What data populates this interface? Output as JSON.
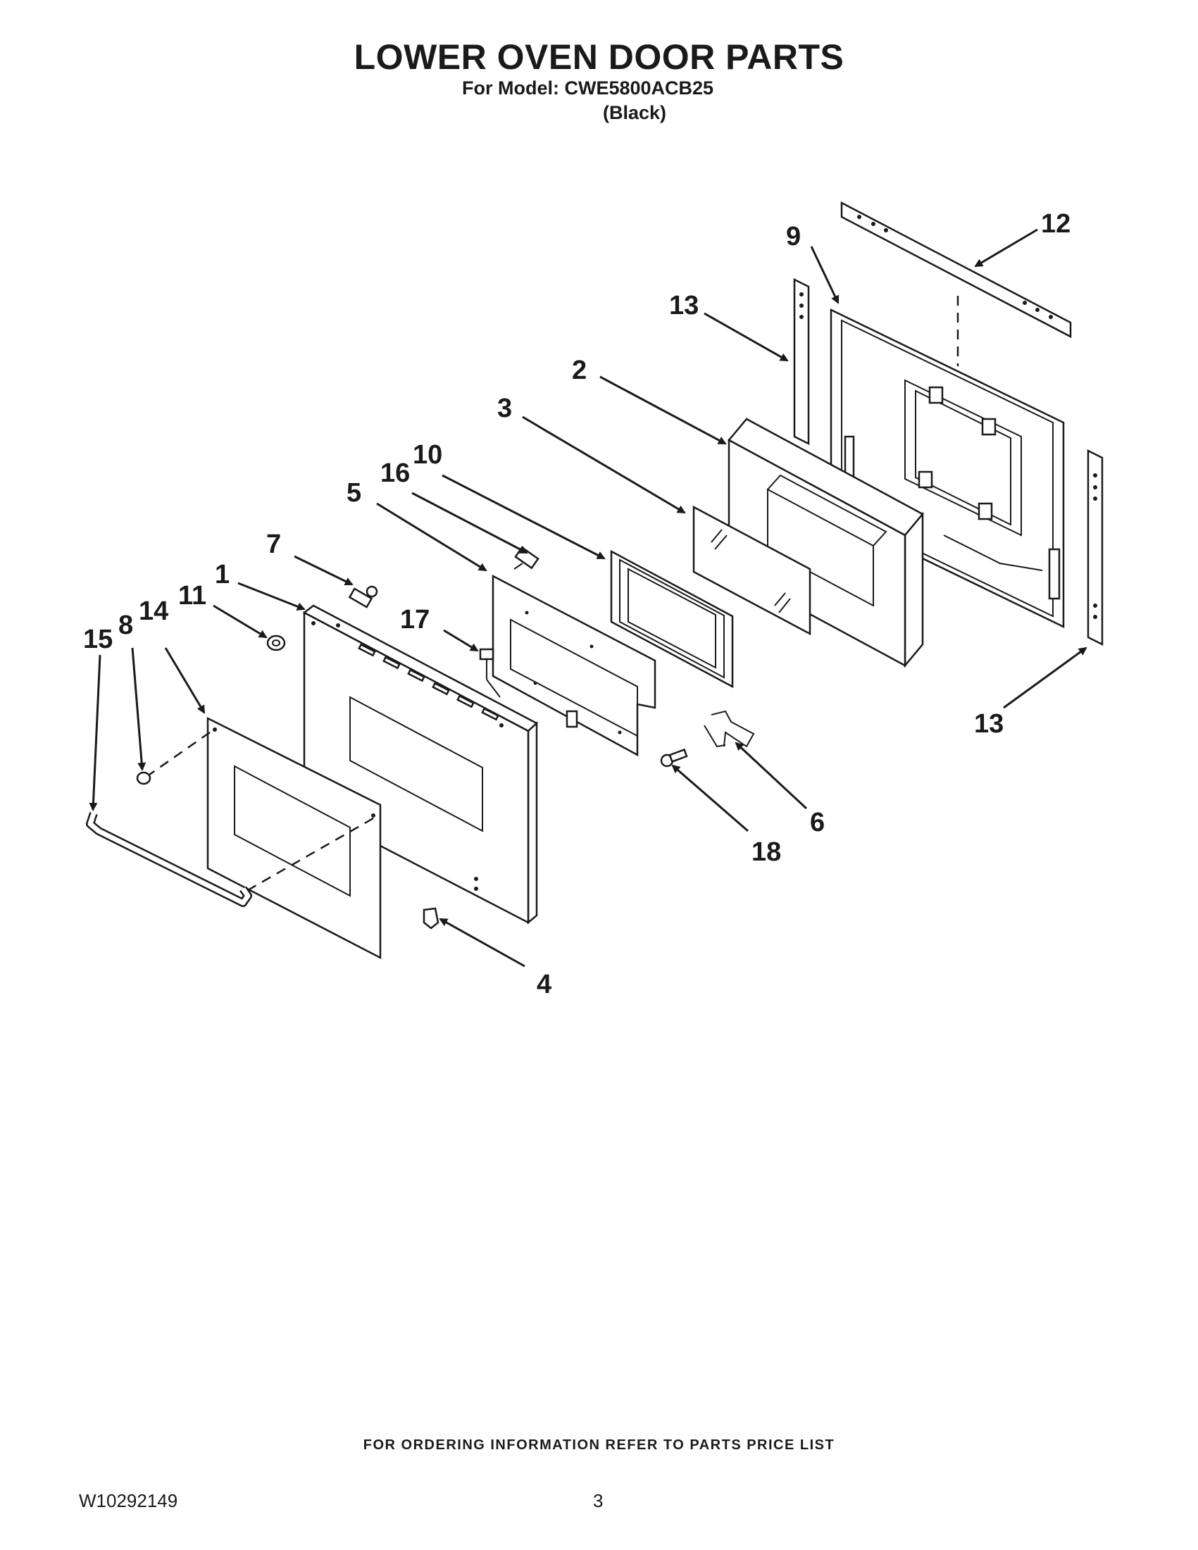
{
  "header": {
    "title": "LOWER OVEN DOOR PARTS",
    "model_line": "For Model: CWE5800ACB25",
    "color_line": "(Black)"
  },
  "callouts": [
    "1",
    "2",
    "3",
    "4",
    "5",
    "6",
    "7",
    "8",
    "9",
    "10",
    "11",
    "12",
    "13",
    "13",
    "14",
    "15",
    "16",
    "17",
    "18"
  ],
  "footer": {
    "note": "FOR ORDERING INFORMATION REFER TO PARTS PRICE LIST",
    "doc_number": "W10292149",
    "page_number": "3"
  }
}
